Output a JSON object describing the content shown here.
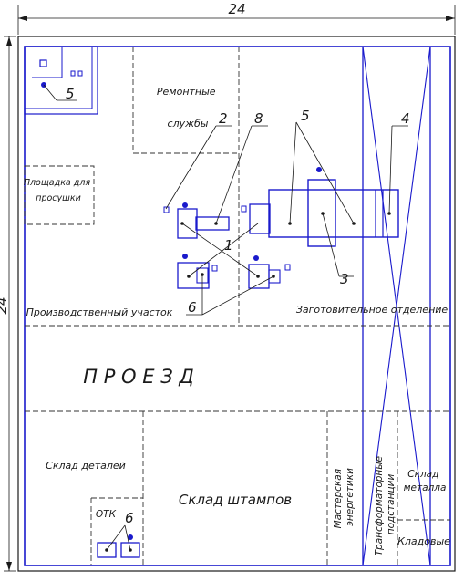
{
  "dimensions": {
    "top": "24",
    "left": "24"
  },
  "zones": {
    "repair": [
      "Ремонтные",
      "службы"
    ],
    "drying": [
      "Площадка для",
      "просушки"
    ],
    "production": "Производственный участок",
    "blank_dept": "Заготовительное отделение",
    "passage": "П Р О Е З Д",
    "parts_storage": "Склад деталей",
    "otk": "ОТК",
    "die_storage": "Склад штампов",
    "workshop": [
      "Мастерская",
      "энергетики"
    ],
    "transformers": [
      "Трансформаторные",
      "подстанции"
    ],
    "metal_storage": [
      "Склад",
      "металла"
    ],
    "pantry": "Кладовые"
  },
  "callouts": {
    "n1": "1",
    "n2": "2",
    "n3": "3",
    "n4": "4",
    "n5a": "5",
    "n5b": "5",
    "n6a": "6",
    "n6b": "6",
    "n8": "8"
  },
  "colors": {
    "equipment": "#1a1acc",
    "line": "#1a1a1a"
  }
}
